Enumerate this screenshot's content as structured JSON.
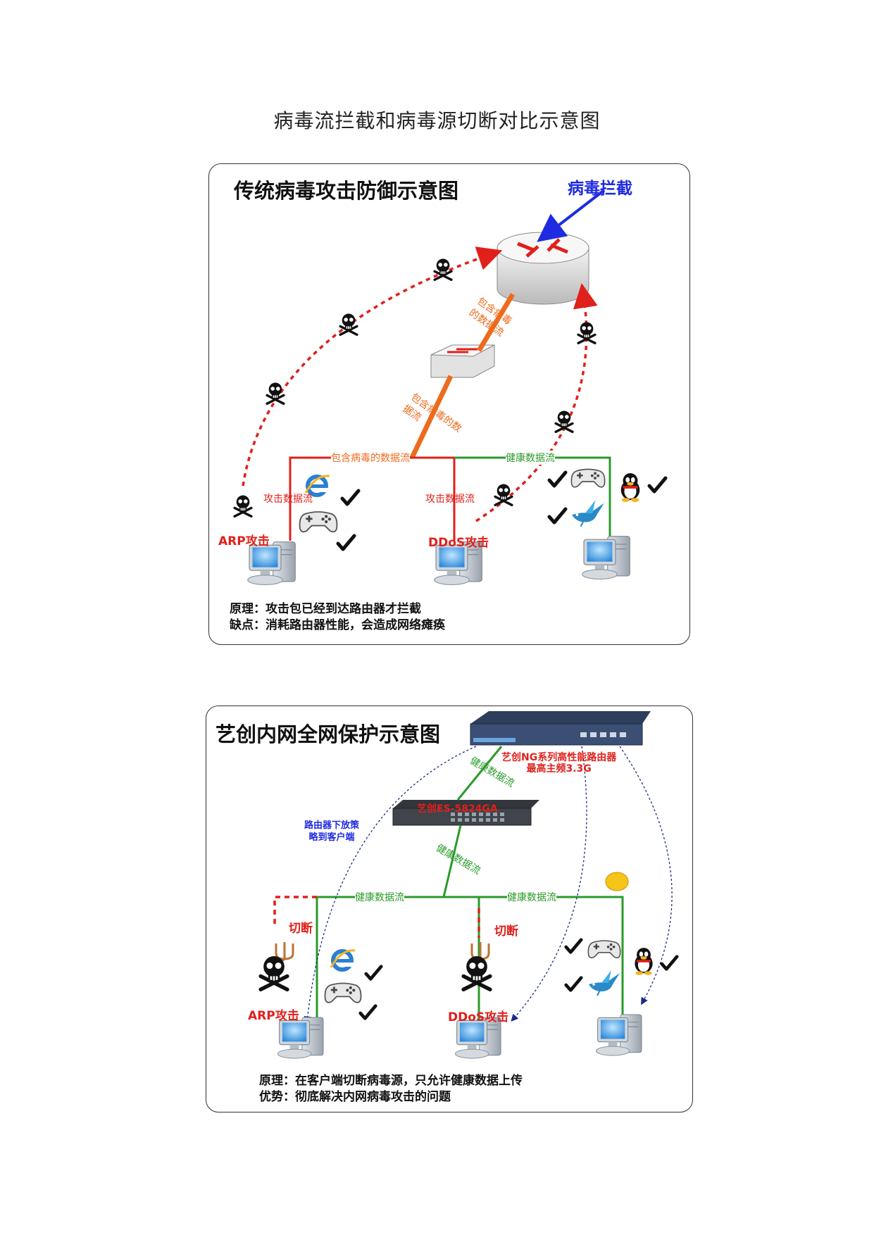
{
  "page_title": "病毒流拦截和病毒源切断对比示意图",
  "panel1": {
    "title": "传统病毒攻击防御示意图",
    "virus_block_label": "病毒拦截",
    "stream_label_upper": "包含病毒的数据流",
    "stream_label_lower": "包含病毒的数据流",
    "bus_left_label": "包含病毒的数据流",
    "bus_right_label": "健康数据流",
    "attack_left": "攻击数据流",
    "attack_mid": "攻击数据流",
    "arp_label": "ARP攻击",
    "ddos_label": "DDoS攻击",
    "principle": "原理：攻击包已经到达路由器才拦截",
    "drawback": "缺点：消耗路由器性能，会造成网络瘫痪"
  },
  "panel2": {
    "title": "艺创内网全网保护示意图",
    "router_label_line1": "艺创NG系列高性能路由器",
    "router_label_line2": "最高主频3.3G",
    "switch_label": "艺创ES-5824GA",
    "health_upper": "健康数据流",
    "health_mid": "健康数据流",
    "bus_left_label": "健康数据流",
    "bus_right_label": "健康数据流",
    "policy_line1": "路由器下放策",
    "policy_line2": "略到客户端",
    "cut_left": "切断",
    "cut_mid": "切断",
    "arp_label": "ARP攻击",
    "ddos_label": "DDoS攻击",
    "principle": "原理：在客户端切断病毒源，只允许健康数据上传",
    "advantage": "优势：彻底解决内网病毒攻击的问题"
  },
  "colors": {
    "virus_red": "#e0201b",
    "healthy_green": "#2a9a2a",
    "stream_orange": "#ee6a1c",
    "policy_blue": "#1f2be0"
  },
  "icons": [
    "router-icon",
    "switch-icon",
    "computer-icon",
    "skull-icon",
    "ie-icon",
    "gamepad-icon",
    "qq-penguin-icon",
    "bird-app-icon",
    "checkmark-icon",
    "smiley-icon",
    "trident-icon"
  ]
}
